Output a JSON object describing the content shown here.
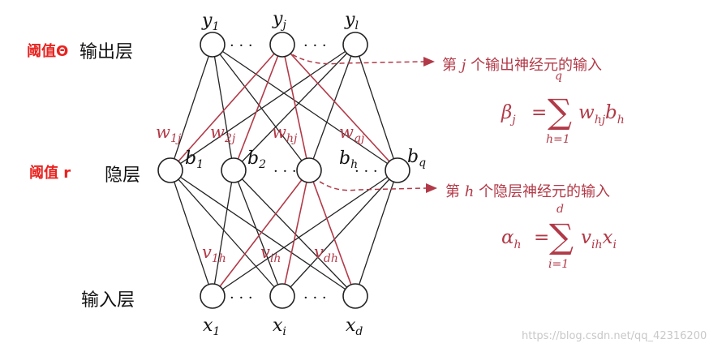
{
  "labels": {
    "output_threshold": "阈值Θ",
    "output_layer": "输出层",
    "hidden_threshold": "阈值 r",
    "hidden_layer": "隐层",
    "input_layer": "输入层"
  },
  "nodes": {
    "output": [
      {
        "name": "y",
        "sub": "1"
      },
      {
        "name": "y",
        "sub": "j"
      },
      {
        "name": "y",
        "sub": "l"
      }
    ],
    "hidden": [
      {
        "name": "b",
        "sub": "1"
      },
      {
        "name": "b",
        "sub": "2"
      },
      {
        "name": "b",
        "sub": "h"
      },
      {
        "name": "b",
        "sub": "q"
      }
    ],
    "input": [
      {
        "name": "x",
        "sub": "1"
      },
      {
        "name": "x",
        "sub": "i"
      },
      {
        "name": "x",
        "sub": "d"
      }
    ]
  },
  "weights": {
    "hidden_to_output": [
      {
        "name": "w",
        "sub": "1j"
      },
      {
        "name": "w",
        "sub": "2j"
      },
      {
        "name": "w",
        "sub": "hj"
      },
      {
        "name": "w",
        "sub": "qj"
      }
    ],
    "input_to_hidden": [
      {
        "name": "v",
        "sub": "1h"
      },
      {
        "name": "v",
        "sub": "ih"
      },
      {
        "name": "v",
        "sub": "dh"
      }
    ]
  },
  "ellipsis": "· · ·",
  "annotations": {
    "output_input": {
      "text_pre": "第",
      "var": "j",
      "text_post": "个输出神经元的输入",
      "formula_lhs": "β",
      "formula_lhs_sub": "j",
      "sum_top": "q",
      "sum_bottom": "h=1",
      "sum_symbol": "∑",
      "term": "w",
      "term_sub": "hj",
      "term2": "b",
      "term2_sub": "h"
    },
    "hidden_input": {
      "text_pre": "第",
      "var": "h",
      "text_post": "个隐层神经元的输入",
      "formula_lhs": "α",
      "formula_lhs_sub": "h",
      "sum_top": "d",
      "sum_bottom": "i=1",
      "sum_symbol": "∑",
      "term": "v",
      "term_sub": "ih",
      "term2": "x",
      "term2_sub": "i"
    }
  },
  "watermark": "https://blog.csdn.net/qq_42316200",
  "colors": {
    "edge_black": "#222222",
    "edge_red": "#b23a48",
    "threshold_red": "#e8231f",
    "annotation_red": "#b23a48"
  }
}
